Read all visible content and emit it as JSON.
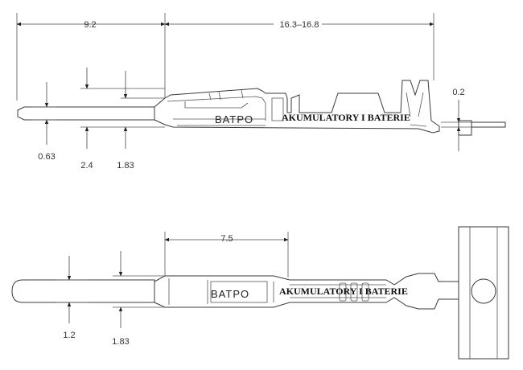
{
  "top_view": {
    "dims": {
      "pin_length": "9.2",
      "body_length": "16.3–16.8",
      "tab_thickness": "0.2",
      "pin_diameter": "0.63",
      "height_a": "2.4",
      "height_b": "1.83"
    },
    "brand": "BATPO",
    "watermark": "AKUMULATORY I BATERIE"
  },
  "bottom_view": {
    "dims": {
      "contact_length": "7.5",
      "pin_width": "1.2",
      "body_width": "1.83"
    },
    "brand": "BATPO",
    "watermark": "AKUMULATORY I BATERIE"
  }
}
